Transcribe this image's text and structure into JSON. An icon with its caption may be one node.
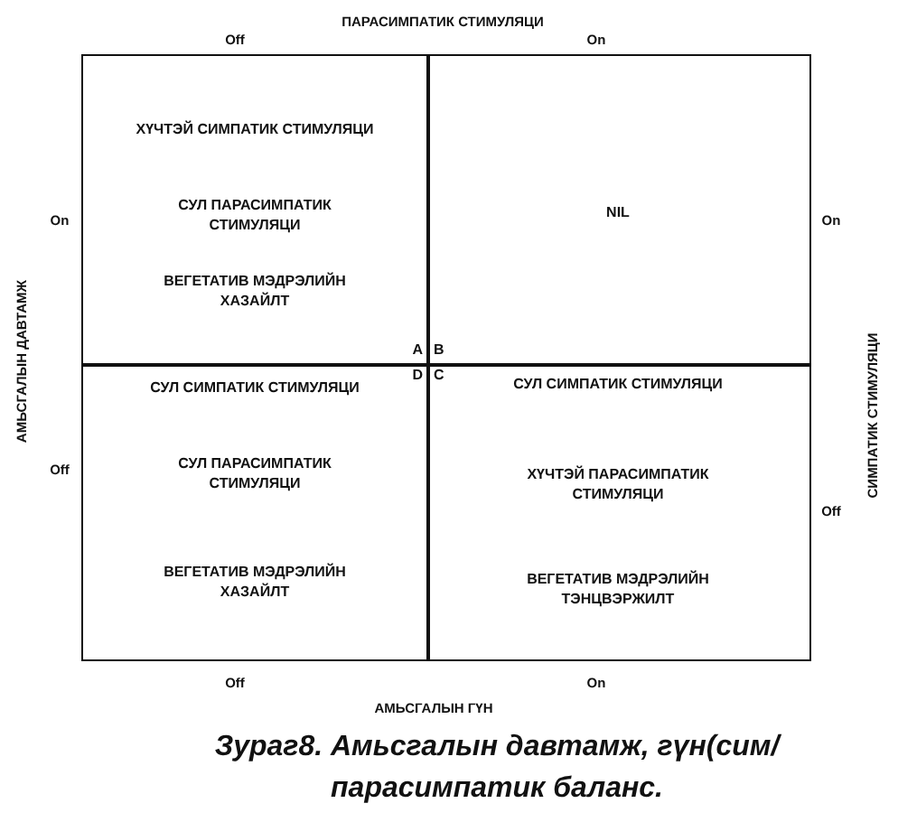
{
  "diagram": {
    "caption": "Зураг8. Амьсгалын давтамж, гүн(сим/ парасимпатик баланс.",
    "nodes": [
      {
        "text": [
          "ХҮЧТЭЙ СИМПАТИК СТИМУЛЯЦИ",
          "СУЛ ПАРАСИМПАТИК СТИМУЛЯЦИ",
          "ВЕГЕТАТИВ МЭДРЭЛИЙН ХАЗАЙЛТ",
          "A"
        ]
      },
      {
        "text": [
          "NIL",
          "B"
        ]
      },
      {
        "text": [
          "СУЛ СИМПАТИК СТИМУЛЯЦИ",
          "СУЛ ПАРАСИМПАТИК СТИМУЛЯЦИ",
          "ВЕГЕТАТИВ МЭДРЭЛИЙН ХАЗАЙЛТ",
          "D"
        ]
      },
      {
        "text": [
          "СУЛ СИМПАТИК СТИМУЛЯЦИ",
          "ХҮЧТЭЙ ПАРАСИМПАТИК СТИМУЛЯЦИ",
          "ВЕГЕТАТИВ МЭДРЭЛИЙН ТЭНЦВЭРЖИЛТ",
          "C"
        ]
      }
    ],
    "labels": [
      "ПАРАСИМПАТИК СТИМУЛЯЦИ",
      "Off",
      "On",
      "АМЬСГАЛЫН ДАВТАМЖ",
      "On",
      "Off",
      "СИМПАТИК СТИМУЛЯЦИ",
      "On",
      "Off",
      "Off",
      "On",
      "АМЬСГАЛЫН ГҮН"
    ]
  }
}
